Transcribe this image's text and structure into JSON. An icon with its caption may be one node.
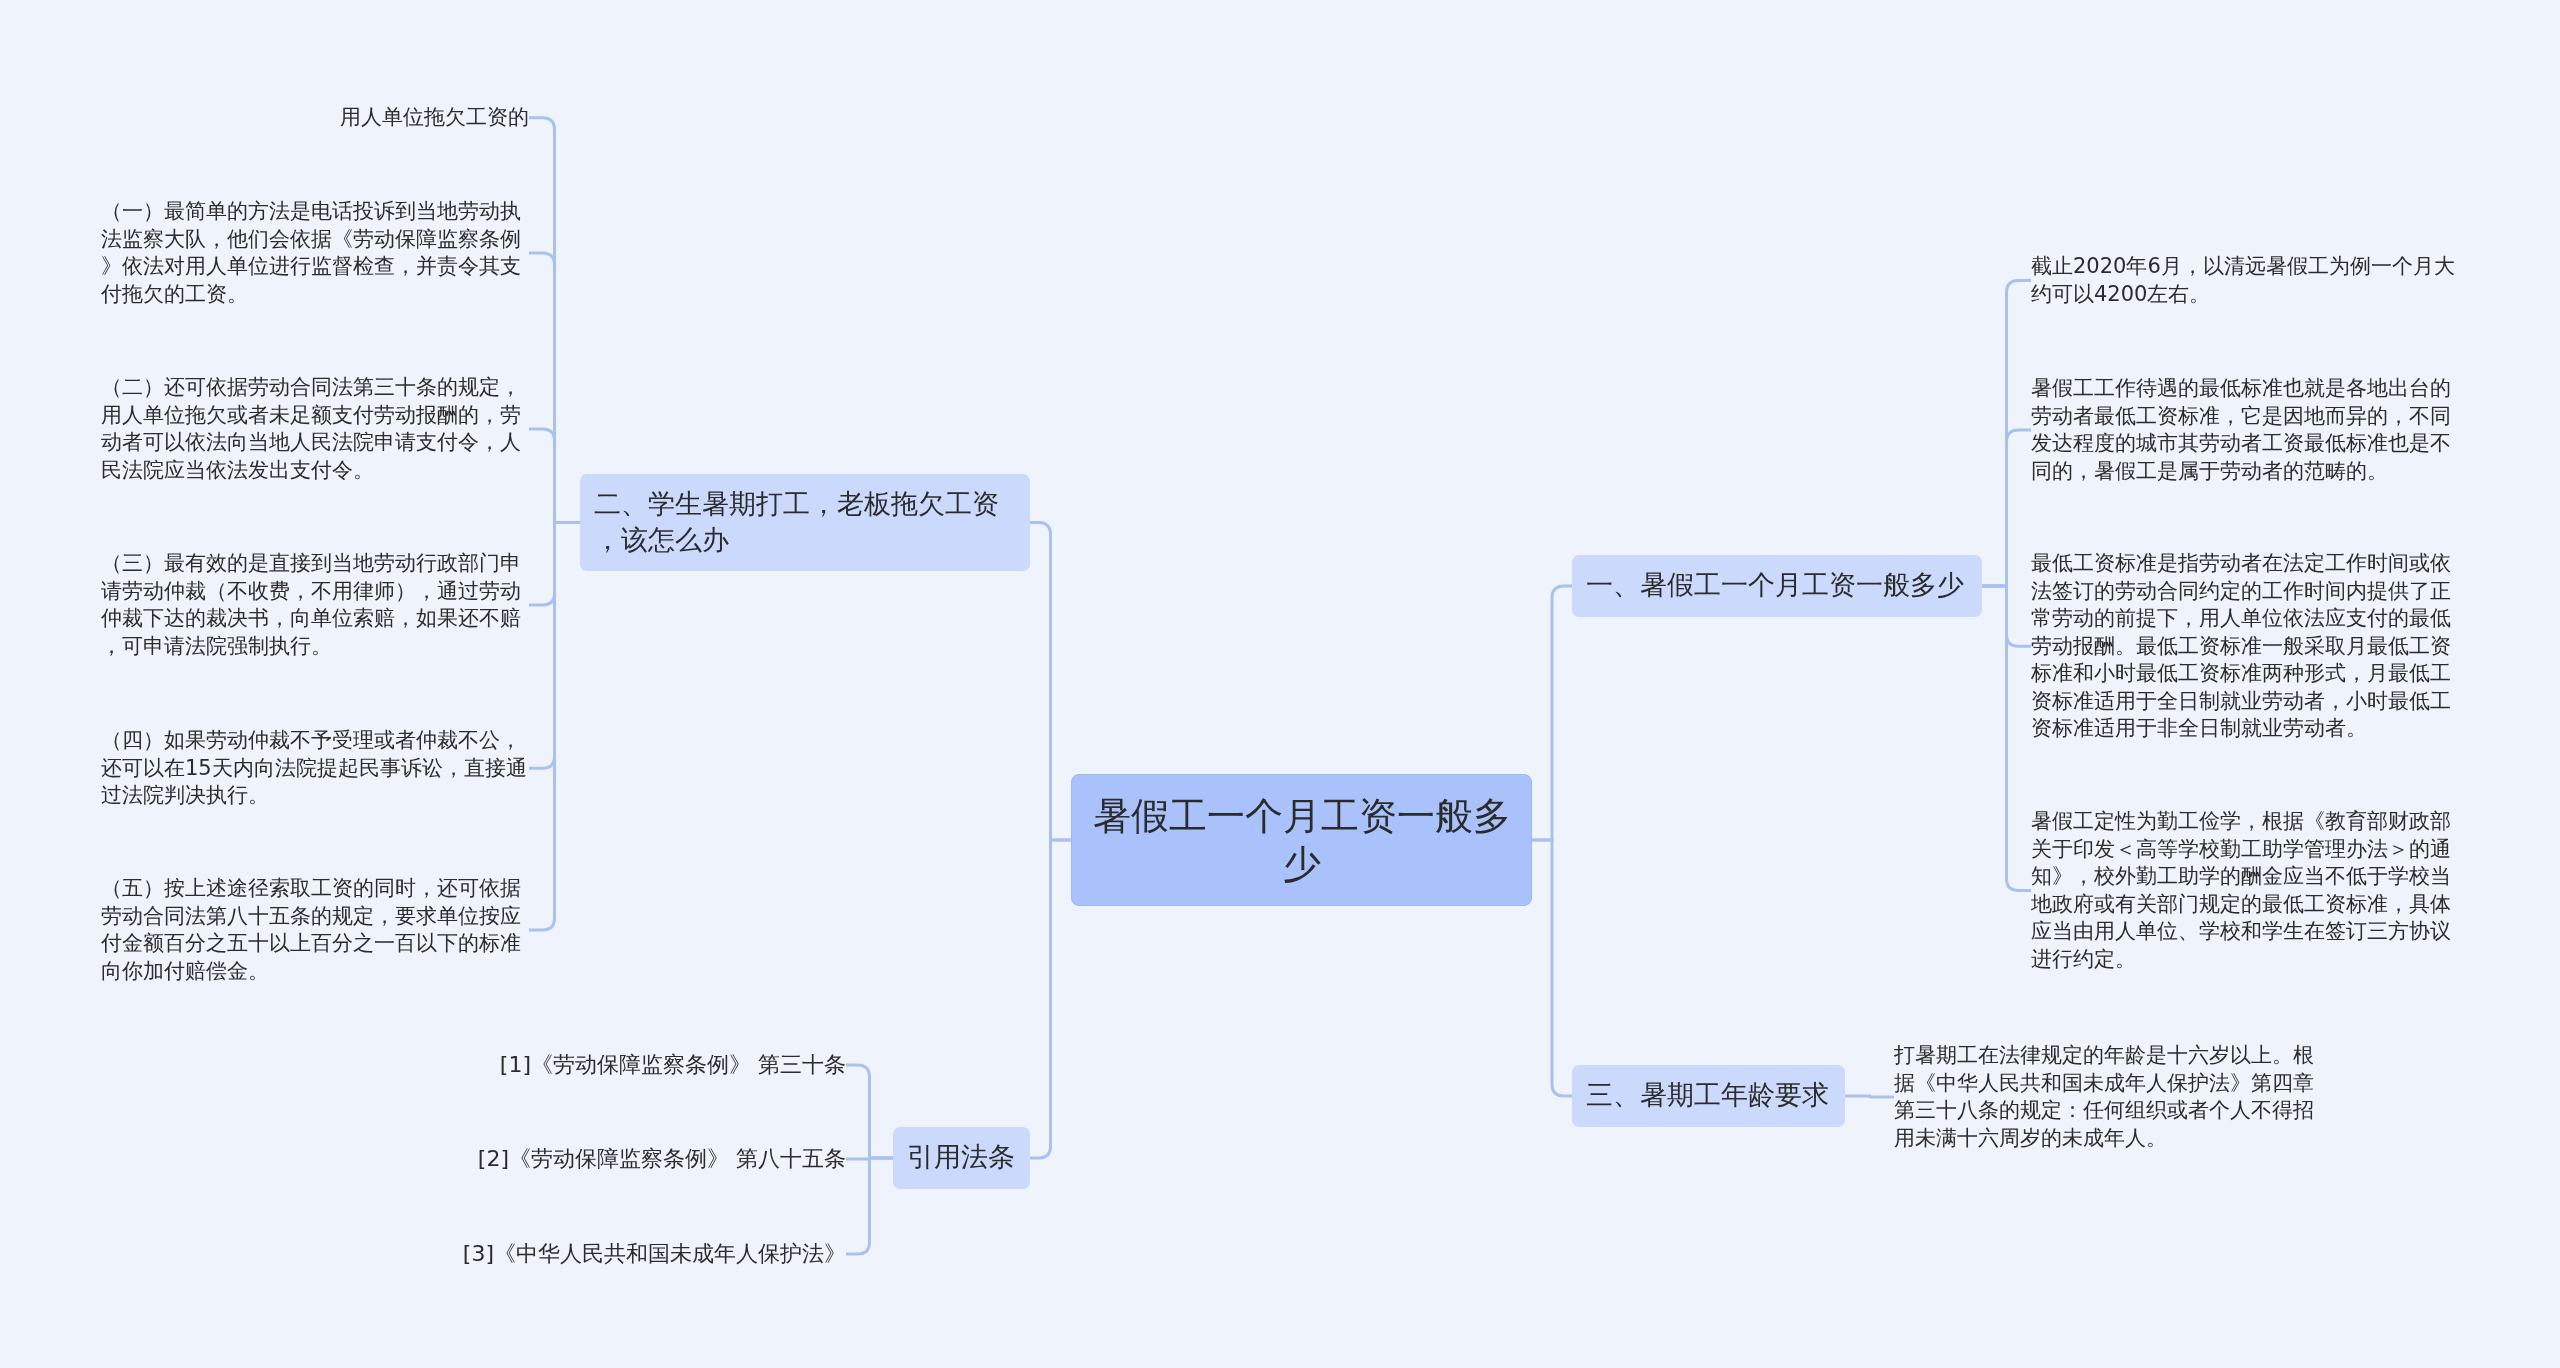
{
  "diagram": {
    "nodes": [
      {
        "text": [
          "暑假工一个月工资一般多少"
        ]
      },
      {
        "text": [
          "二、学生暑期打工，老板拖欠工资，该怎么办"
        ]
      },
      {
        "text": [
          "用人单位拖欠工资的"
        ]
      },
      {
        "text": [
          "（一）最简单的方法是电话投诉到当地劳动执法监察大队，他们会依据《劳动保障监察条例》依法对用人单位进行监督检查，并责令其支付拖欠的工资。"
        ]
      },
      {
        "text": [
          "（二）还可依据劳动合同法第三十条的规定，用人单位拖欠或者未足额支付劳动报酬的，劳动者可以依法向当地人民法院申请支付令，人民法院应当依法发出支付令。"
        ]
      },
      {
        "text": [
          "（三）最有效的是直接到当地劳动行政部门申请劳动仲裁（不收费，不用律师），通过劳动仲裁下达的裁决书，向单位索赔，如果还不赔，可申请法院强制执行。"
        ]
      },
      {
        "text": [
          "（四）如果劳动仲裁不予受理或者仲裁不公，还可以在15天内向法院提起民事诉讼，直接通过法院判决执行。"
        ]
      },
      {
        "text": [
          "（五）按上述途径索取工资的同时，还可依据劳动合同法第八十五条的规定，要求单位按应付金额百分之五十以上百分之一百以下的标准向你加付赔偿金。"
        ]
      },
      {
        "text": [
          "引用法条"
        ]
      },
      {
        "text": [
          "[1]《劳动保障监察条例》 第三十条"
        ]
      },
      {
        "text": [
          "[2]《劳动保障监察条例》 第八十五条"
        ]
      },
      {
        "text": [
          "[3]《中华人民共和国未成年人保护法》"
        ]
      },
      {
        "text": [
          "一、暑假工一个月工资一般多少"
        ]
      },
      {
        "text": [
          "截止2020年6月，以清远暑假工为例一个月大约可以4200左右。"
        ]
      },
      {
        "text": [
          "暑假工工作待遇的最低标准也就是各地出台的劳动者最低工资标准，它是因地而异的，不同发达程度的城市其劳动者工资最低标准也是不同的，暑假工是属于劳动者的范畴的。"
        ]
      },
      {
        "text": [
          "最低工资标准是指劳动者在法定工作时间或依法签订的劳动合同约定的工作时间内提供了正常劳动的前提下，用人单位依法应支付的最低劳动报酬。最低工资标准一般采取月最低工资标准和小时最低工资标准两种形式，月最低工资标准适用于全日制就业劳动者，小时最低工资标准适用于非全日制就业劳动者。"
        ]
      },
      {
        "text": [
          "暑假工定性为勤工俭学，根据《教育部财政部关于印发＜高等学校勤工助学管理办法＞的通知》，校外勤工助学的酬金应当不低于学校当地政府或有关部门规定的最低工资标准，具体应当由用人单位、学校和学生在签订三方协议进行约定。"
        ]
      },
      {
        "text": [
          "三、暑期工年龄要求"
        ]
      },
      {
        "text": [
          "打暑期工在法律规定的年龄是十六岁以上。根据《中华人民共和国未成年人保护法》第四章第三十八条的规定：任何组织或者个人不得招用未满十六周岁的未成年人。"
        ]
      }
    ],
    "edges": [
      {
        "from": 0,
        "to": 1,
        "arrow": "none"
      },
      {
        "from": 0,
        "to": 8,
        "arrow": "none"
      },
      {
        "from": 0,
        "to": 12,
        "arrow": "none"
      },
      {
        "from": 0,
        "to": 17,
        "arrow": "none"
      },
      {
        "from": 1,
        "to": 2,
        "arrow": "none"
      },
      {
        "from": 1,
        "to": 3,
        "arrow": "none"
      },
      {
        "from": 1,
        "to": 4,
        "arrow": "none"
      },
      {
        "from": 1,
        "to": 5,
        "arrow": "none"
      },
      {
        "from": 1,
        "to": 6,
        "arrow": "none"
      },
      {
        "from": 1,
        "to": 7,
        "arrow": "none"
      },
      {
        "from": 8,
        "to": 9,
        "arrow": "none"
      },
      {
        "from": 8,
        "to": 10,
        "arrow": "none"
      },
      {
        "from": 8,
        "to": 11,
        "arrow": "none"
      },
      {
        "from": 12,
        "to": 13,
        "arrow": "none"
      },
      {
        "from": 12,
        "to": 14,
        "arrow": "none"
      },
      {
        "from": 12,
        "to": 15,
        "arrow": "none"
      },
      {
        "from": 12,
        "to": 16,
        "arrow": "none"
      },
      {
        "from": 17,
        "to": 18,
        "arrow": "none"
      }
    ]
  }
}
